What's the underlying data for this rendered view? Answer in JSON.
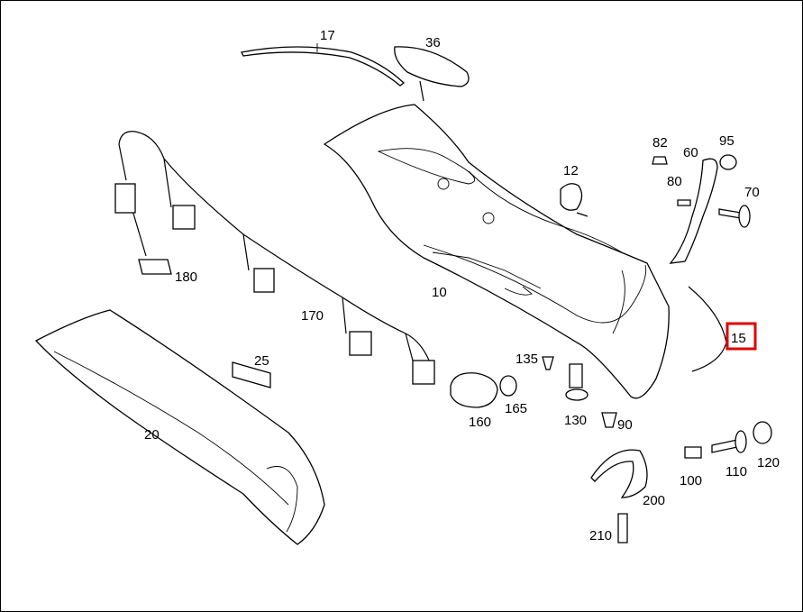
{
  "diagram": {
    "title": "Rear bumper parts diagram",
    "highlight_color": "#e00000",
    "highlighted_part": "15",
    "labels": {
      "p17": "17",
      "p36": "36",
      "p82": "82",
      "p60": "60",
      "p95": "95",
      "p12": "12",
      "p80": "80",
      "p70": "70",
      "p180": "180",
      "p10": "10",
      "p170": "170",
      "p15": "15",
      "p135": "135",
      "p25": "25",
      "p165": "165",
      "p160": "160",
      "p130": "130",
      "p90": "90",
      "p20": "20",
      "p100": "100",
      "p110": "110",
      "p120": "120",
      "p200": "200",
      "p210": "210"
    }
  }
}
